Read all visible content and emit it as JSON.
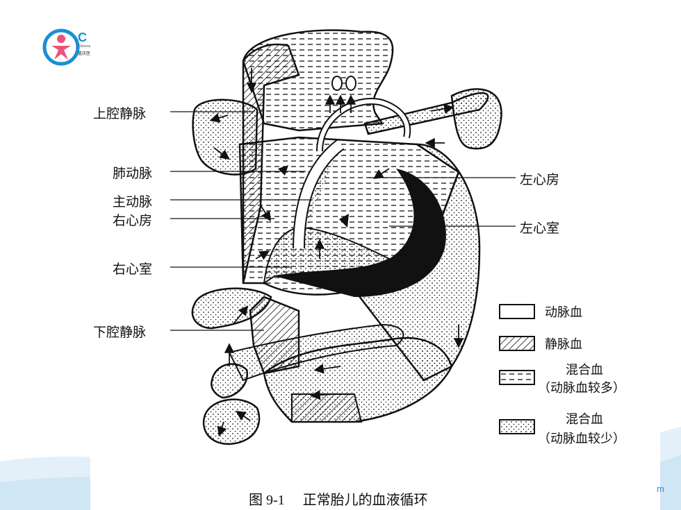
{
  "logo": {
    "brand_text": "C",
    "subtitle_en": "Chinese",
    "subtitle_cn": "重庆医"
  },
  "labels": {
    "superior_vena_cava": "上腔静脉",
    "pulmonary_artery": "肺动脉",
    "aorta": "主动脉",
    "right_atrium": "右心房",
    "right_ventricle": "右心室",
    "inferior_vena_cava": "下腔静脉",
    "left_atrium": "左心房",
    "left_ventricle": "左心室"
  },
  "legend": [
    {
      "pattern": "blank",
      "text": "动脉血",
      "text2": ""
    },
    {
      "pattern": "hatch",
      "text": "静脉血",
      "text2": ""
    },
    {
      "pattern": "dash",
      "text": "混合血",
      "text2": "（动脉血较多）"
    },
    {
      "pattern": "dots",
      "text": "混合血",
      "text2": "（动脉血较少）"
    }
  ],
  "caption": {
    "number": "图 9-1",
    "title": "正常胎儿的血液循环"
  },
  "corner_text": "m",
  "colors": {
    "accent": "#1a8fd6",
    "ink": "#111111",
    "wave": "#cfe6f5"
  }
}
